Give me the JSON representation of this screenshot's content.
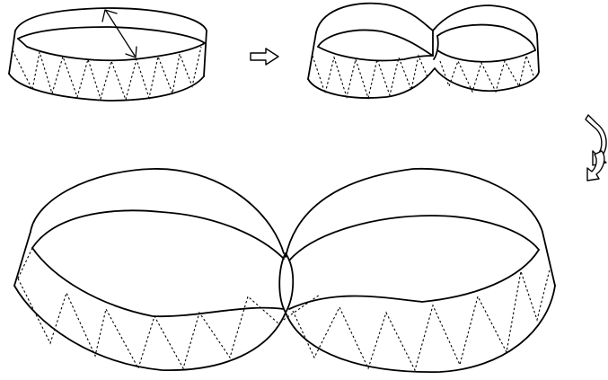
{
  "figure": {
    "stages": [
      {
        "id": "band-ring",
        "shape": "single circular band with zigzag crease pattern"
      },
      {
        "id": "band-figure-eight",
        "shape": "band pinched into two lobes"
      },
      {
        "id": "band-double-loop",
        "shape": "enlarged two-lobed band with zigzag creases"
      }
    ],
    "arrows": [
      {
        "id": "right-arrow",
        "direction": "right"
      },
      {
        "id": "rotate-arrow",
        "direction": "clockwise-down"
      }
    ],
    "colors": {
      "line": "#000000",
      "background": "#ffffff"
    }
  }
}
